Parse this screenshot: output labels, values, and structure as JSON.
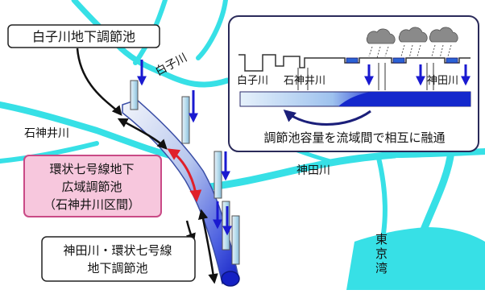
{
  "labels": {
    "shirako_reservoir": "白子川地下調節池",
    "shirako_river": "白子川",
    "shakujii_river": "石神井川",
    "kanda_river": "神田川",
    "tokyo_bay": "東京湾",
    "ring7_line1": "環状七号線地下",
    "ring7_line2": "広域調節池",
    "ring7_line3": "（石神井川区間）",
    "kanda_ring7_line1": "神田川・環状七号線",
    "kanda_ring7_line2": "地下調節池"
  },
  "inset": {
    "river_shirako": "白子川",
    "river_shakujii": "石神井川",
    "river_kanda": "神田川",
    "caption": "調節池容量を流域間で相互に融通"
  },
  "colors": {
    "river": "#37e0e6",
    "arrow_blue": "#1a1ad0",
    "arrow_red": "#e0202a",
    "highlight_box": "#f7c7dd",
    "highlight_border": "#d04a8a",
    "tunnel_dark": "#1520c8",
    "tunnel_light": "#dbe6f6",
    "inset_border": "#2a2a5a"
  }
}
